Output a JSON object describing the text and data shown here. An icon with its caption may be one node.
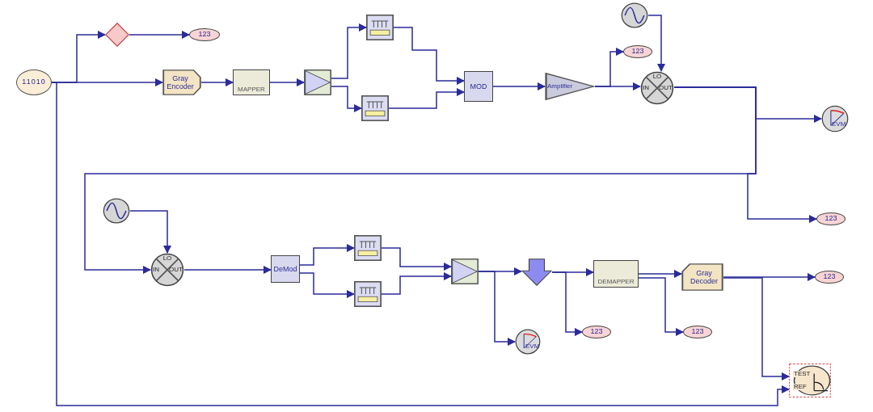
{
  "diagram": {
    "nodes": [
      {
        "text": [
          "11010"
        ]
      },
      {
        "text": [],
        "shape": "diamond"
      },
      {
        "text": [
          "123"
        ]
      },
      {
        "text": [
          "Gray Encoder"
        ]
      },
      {
        "text": [
          "MAPPER"
        ]
      },
      {
        "text": [],
        "shape": "box"
      },
      {
        "text": [],
        "shape": "box"
      },
      {
        "text": [],
        "shape": "box"
      },
      {
        "text": [
          "MOD"
        ]
      },
      {
        "text": [
          "Amplifier"
        ]
      },
      {
        "text": [],
        "shape": "circle"
      },
      {
        "text": [
          "123"
        ]
      },
      {
        "text": [
          "LO",
          "IN",
          "OUT"
        ]
      },
      {
        "text": [
          "EVM"
        ]
      },
      {
        "text": [
          "123"
        ]
      },
      {
        "text": [],
        "shape": "circle"
      },
      {
        "text": [
          "LO",
          "IN",
          "OUT"
        ]
      },
      {
        "text": [
          "DeMod"
        ]
      },
      {
        "text": [],
        "shape": "box"
      },
      {
        "text": [],
        "shape": "box"
      },
      {
        "text": [],
        "shape": "box"
      },
      {
        "text": [],
        "shape": "arrow"
      },
      {
        "text": [
          "DEMAPPER"
        ]
      },
      {
        "text": [
          "Gray Decoder"
        ]
      },
      {
        "text": [
          "123"
        ]
      },
      {
        "text": [
          "EVM"
        ]
      },
      {
        "text": [
          "123"
        ]
      },
      {
        "text": [
          "123"
        ]
      },
      {
        "text": [
          "TEST",
          "REF"
        ]
      }
    ],
    "edges": [
      {
        "from": 0,
        "to": 3,
        "arrow": "to"
      },
      {
        "from": 0,
        "to": 1,
        "arrow": "to"
      },
      {
        "from": 1,
        "to": 2,
        "arrow": "to"
      },
      {
        "from": 3,
        "to": 4,
        "arrow": "to"
      },
      {
        "from": 4,
        "to": 5,
        "arrow": "to"
      },
      {
        "from": 5,
        "to": 6,
        "arrow": "to"
      },
      {
        "from": 5,
        "to": 7,
        "arrow": "to"
      },
      {
        "from": 6,
        "to": 8,
        "arrow": "to"
      },
      {
        "from": 7,
        "to": 8,
        "arrow": "to"
      },
      {
        "from": 8,
        "to": 9,
        "arrow": "to"
      },
      {
        "from": 9,
        "to": 12,
        "arrow": "to"
      },
      {
        "from": 9,
        "to": 11,
        "arrow": "to"
      },
      {
        "from": 10,
        "to": 12,
        "arrow": "to"
      },
      {
        "from": 12,
        "to": 13,
        "arrow": "to"
      },
      {
        "from": 12,
        "to": 16,
        "arrow": "to"
      },
      {
        "from": 12,
        "to": 14,
        "arrow": "to"
      },
      {
        "from": 15,
        "to": 16,
        "arrow": "to"
      },
      {
        "from": 16,
        "to": 17,
        "arrow": "to"
      },
      {
        "from": 17,
        "to": 18,
        "arrow": "to"
      },
      {
        "from": 17,
        "to": 19,
        "arrow": "to"
      },
      {
        "from": 18,
        "to": 20,
        "arrow": "to"
      },
      {
        "from": 19,
        "to": 20,
        "arrow": "to"
      },
      {
        "from": 20,
        "to": 21,
        "arrow": "to"
      },
      {
        "from": 20,
        "to": 25,
        "arrow": "to"
      },
      {
        "from": 21,
        "to": 22,
        "arrow": "to"
      },
      {
        "from": 21,
        "to": 26,
        "arrow": "to"
      },
      {
        "from": 22,
        "to": 23,
        "arrow": "to"
      },
      {
        "from": 22,
        "to": 27,
        "arrow": "to"
      },
      {
        "from": 23,
        "to": 24,
        "arrow": "to"
      },
      {
        "from": 23,
        "to": 28,
        "arrow": "to"
      },
      {
        "from": 0,
        "to": 28,
        "arrow": "to"
      }
    ]
  }
}
